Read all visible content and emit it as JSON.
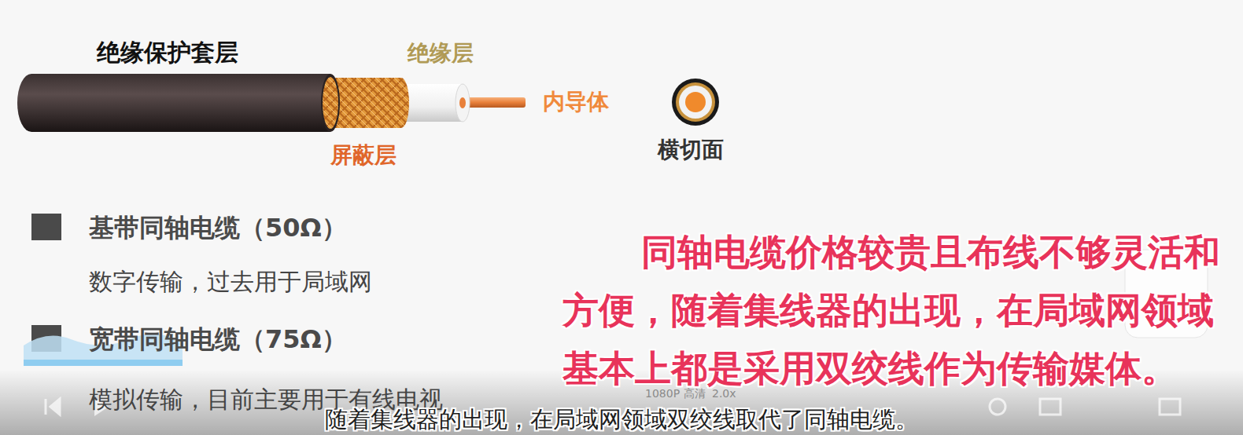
{
  "diagram": {
    "labels": [
      "绝缘保护套层",
      "绝缘层",
      "内导体",
      "屏蔽层",
      "横切面",
      "基带同轴电缆（50Ω）",
      "数字传输，过去用于局域网",
      "宽带同轴电缆（75Ω）",
      "模拟传输，目前主要用于有线电视",
      "同轴电缆价格较贵且布线不够灵活和方便，随着集线器的出现，在局域网领域基本上都是采用双绞线作为传输媒体。",
      "随着集线器的出现，在局域网领域双绞线取代了同轴电缆。",
      "1080P 高清",
      "2.0x"
    ]
  }
}
